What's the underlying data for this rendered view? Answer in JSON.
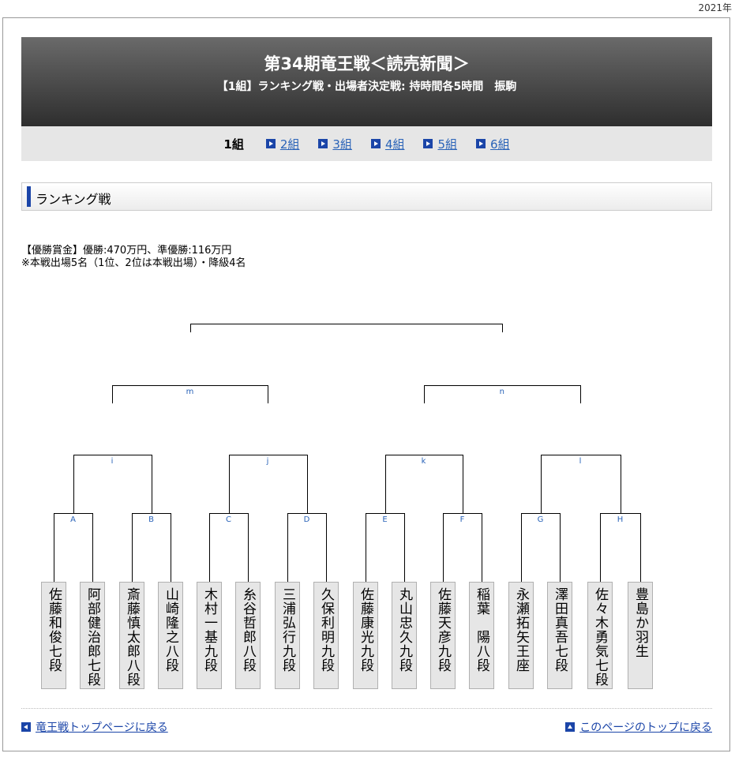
{
  "year": "2021年",
  "header": {
    "title": "第34期竜王戦＜読売新聞＞",
    "subtitle": "【1組】ランキング戦・出場者決定戦: 持時間各5時間　振駒"
  },
  "tabs": [
    {
      "label": "1組",
      "current": true
    },
    {
      "label": "2組",
      "current": false
    },
    {
      "label": "3組",
      "current": false
    },
    {
      "label": "4組",
      "current": false
    },
    {
      "label": "5組",
      "current": false
    },
    {
      "label": "6組",
      "current": false
    }
  ],
  "section": {
    "title": "ランキング戦"
  },
  "notes": {
    "prize": "【優勝賞金】優勝:470万円、準優勝:116万円",
    "rule": "※本戦出場5名（1位、2位は本戦出場）・降級4名"
  },
  "bracket": {
    "final": {
      "label": ""
    },
    "semis": [
      "m",
      "n"
    ],
    "quarters": [
      "i",
      "j",
      "k",
      "l"
    ],
    "round1": [
      "A",
      "B",
      "C",
      "D",
      "E",
      "F",
      "G",
      "H"
    ],
    "players": [
      "佐藤和俊七段",
      "阿部健治郎七段",
      "斎藤慎太郎八段",
      "山崎隆之八段",
      "木村一基九段",
      "糸谷哲郎八段",
      "三浦弘行九段",
      "久保利明九段",
      "佐藤康光九段",
      "丸山忠久九段",
      "佐藤天彦九段",
      "稲葉　陽八段",
      "永瀬拓矢王座",
      "澤田真吾七段",
      "佐々木勇気七段",
      "豊島か羽生"
    ]
  },
  "footer": {
    "back_link": "竜王戦トップページに戻る",
    "top_link": "このページのトップに戻る"
  }
}
